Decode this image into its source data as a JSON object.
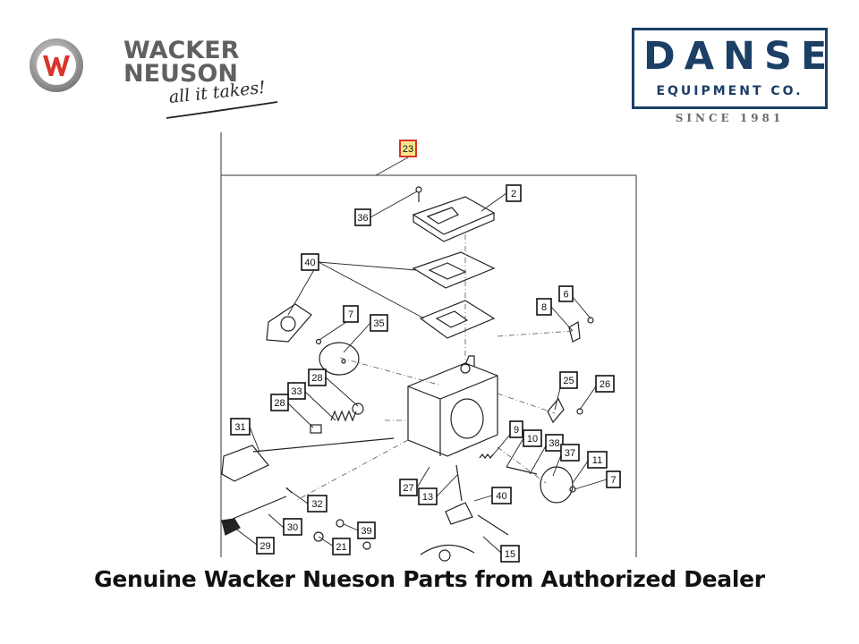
{
  "brand": {
    "name_line1": "WACKER",
    "name_line2": "NEUSON",
    "tagline": "all it takes!",
    "emblem_color": "#d8342b",
    "text_color": "#5f6062"
  },
  "dealer": {
    "name": "DANSE",
    "subtitle": "EQUIPMENT CO.",
    "since": "SINCE 1981",
    "color": "#1c3f66"
  },
  "diagram": {
    "callouts": [
      "23",
      "36",
      "2",
      "40",
      "6",
      "8",
      "7",
      "35",
      "25",
      "26",
      "28",
      "33",
      "28",
      "31",
      "9",
      "10",
      "38",
      "37",
      "11",
      "7",
      "27",
      "13",
      "40",
      "32",
      "30",
      "39",
      "21",
      "29",
      "15"
    ],
    "highlighted": "23"
  },
  "footer": {
    "text": "Genuine Wacker Nueson Parts from Authorized Dealer"
  }
}
